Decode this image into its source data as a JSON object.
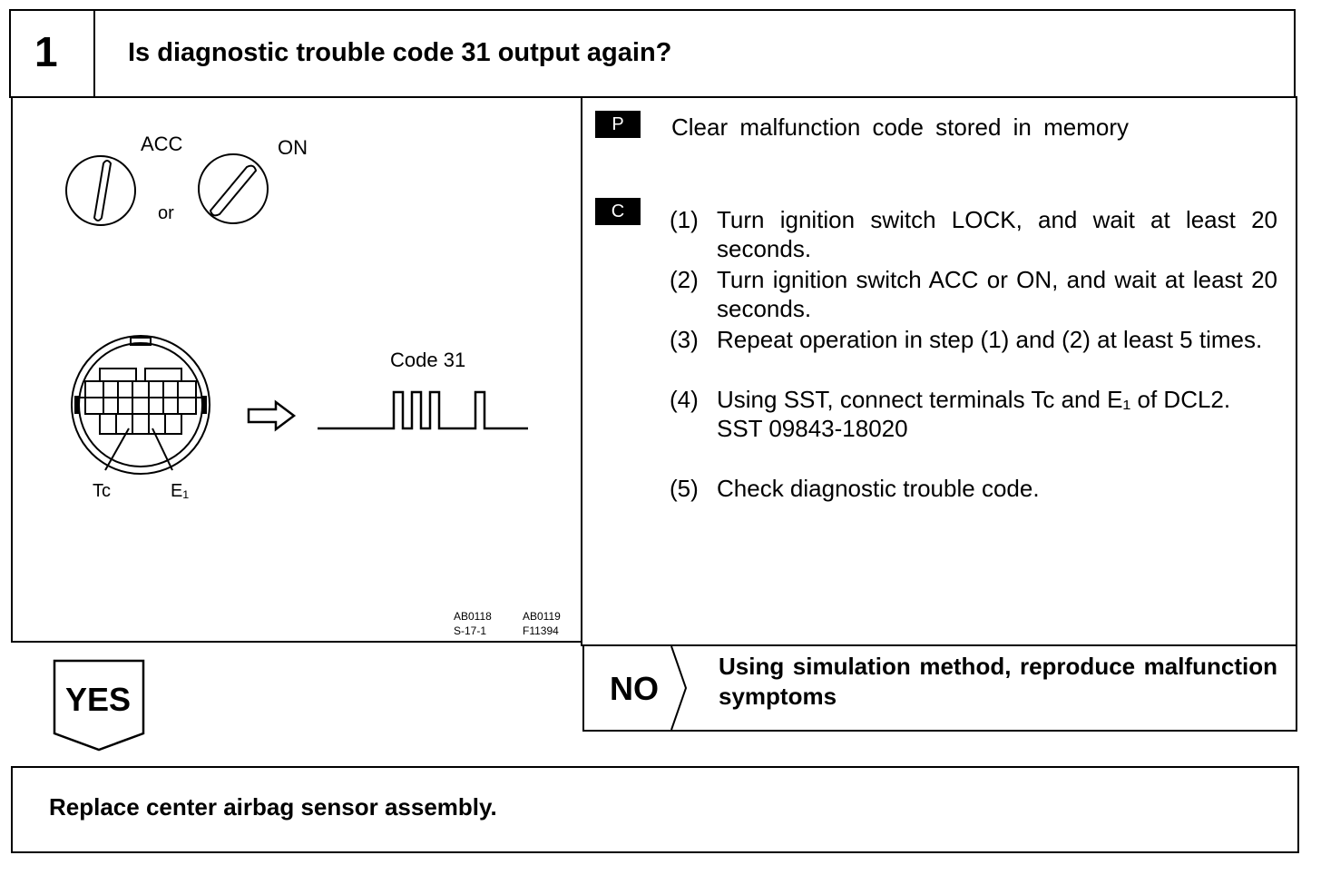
{
  "step": {
    "number": "1",
    "question": "Is diagnostic trouble code 31 output again?"
  },
  "illustration": {
    "key_labels": {
      "acc": "ACC",
      "or": "or",
      "on": "ON"
    },
    "connector_labels": {
      "tc": "Tc",
      "e1": "E₁"
    },
    "code_label": "Code 31",
    "figure_refs": [
      "AB0118",
      "AB0119",
      "S-17-1",
      "F11394"
    ]
  },
  "preparation": {
    "badge": "P",
    "text": "Clear malfunction code stored in memory"
  },
  "check": {
    "badge": "C",
    "steps": [
      {
        "num": "(1)",
        "text": "Turn ignition switch LOCK, and wait at least 20 seconds."
      },
      {
        "num": "(2)",
        "text": "Turn ignition switch ACC or ON, and wait at least 20 seconds."
      },
      {
        "num": "(3)",
        "text": "Repeat operation in step (1) and (2) at least 5 times."
      },
      {
        "num": "(4)",
        "text": "Using SST, connect terminals Tc and E₁ of DCL2.",
        "sub": "SST 09843-18020"
      },
      {
        "num": "(5)",
        "text": "Check diagnostic trouble code."
      }
    ]
  },
  "no_branch": {
    "label": "NO",
    "text": "Using simulation method, reproduce malfunction symptoms"
  },
  "yes_branch": {
    "label": "YES",
    "result": "Replace center airbag sensor assembly."
  }
}
